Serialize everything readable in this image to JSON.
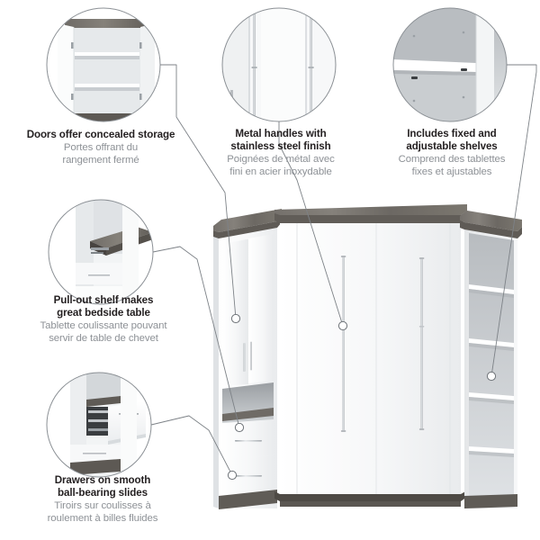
{
  "page": {
    "type": "product-feature-infographic",
    "background_color": "#ffffff",
    "product": "Murphy bed with storage cabinet and bookcase",
    "finish_colors": {
      "panel_white": "#f4f5f6",
      "wood_grey": "#6d6a66",
      "handle_steel": "#b9bdc1",
      "leader_line": "#7d8287",
      "text_primary": "#231f20",
      "text_secondary": "#8d9196"
    }
  },
  "callouts": [
    {
      "id": "doors",
      "en": [
        "Doors offer concealed storage"
      ],
      "fr": [
        "Portes offrant du",
        "rangement fermé"
      ],
      "inset": "open-cabinet-with-shelves"
    },
    {
      "id": "handles",
      "en": [
        "Metal handles with",
        "stainless steel finish"
      ],
      "fr": [
        "Poignées de métal avec",
        "fini en acier inoxydable"
      ],
      "inset": "closeup-vertical-bar-handles"
    },
    {
      "id": "shelves",
      "en": [
        "Includes fixed and",
        "adjustable shelves"
      ],
      "fr": [
        "Comprend des tablettes",
        "fixes et ajustables"
      ],
      "inset": "shelf-with-support-pins"
    },
    {
      "id": "pullout",
      "en": [
        "Pull-out shelf makes",
        "great bedside table"
      ],
      "fr": [
        "Tablette coulissante pouvant",
        "servir de table de chevet"
      ],
      "inset": "extended-pullout-shelf"
    },
    {
      "id": "drawers",
      "en": [
        "Drawers on smooth",
        "ball-bearing slides"
      ],
      "fr": [
        "Tiroirs sur coulisses à",
        "roulement à billes fluides"
      ],
      "inset": "open-drawer-ball-bearing-slides"
    }
  ]
}
